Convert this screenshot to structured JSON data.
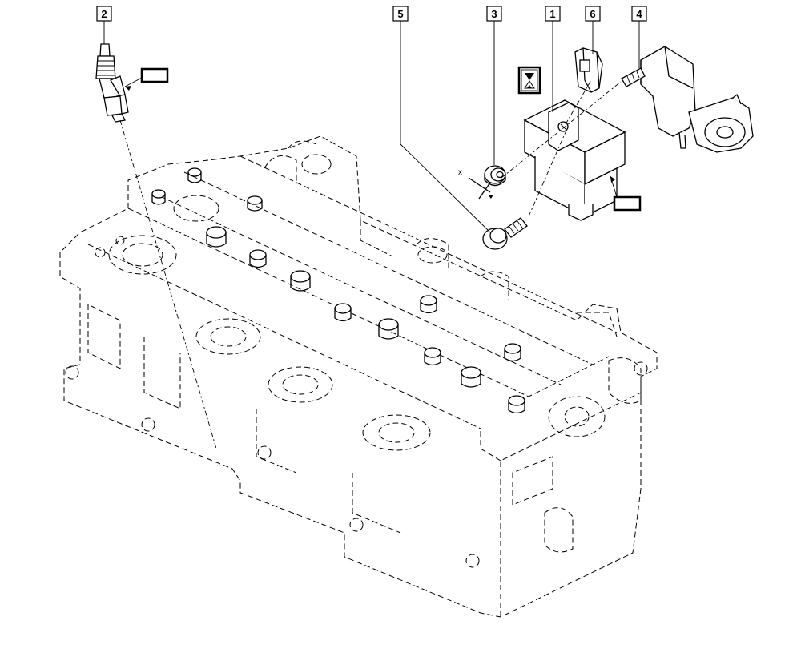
{
  "callouts": {
    "c1": "1",
    "c2": "2",
    "c3": "3",
    "c4": "4",
    "c5": "5",
    "c6": "6",
    "axis_x": "x"
  },
  "icons": {
    "torque_box_1": "torque-specification-box",
    "torque_box_2": "torque-specification-box",
    "hourglass": "hourglass-icon"
  }
}
